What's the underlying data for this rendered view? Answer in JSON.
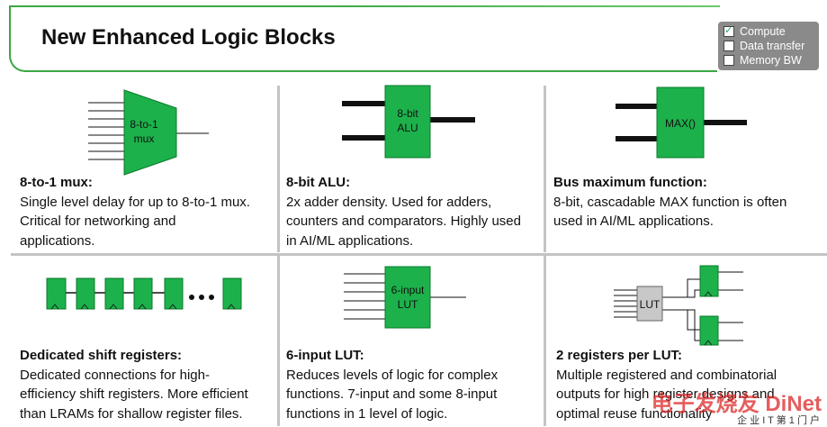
{
  "header": {
    "title": "New Enhanced Logic Blocks"
  },
  "legend": {
    "items": [
      {
        "label": "Compute",
        "checked": true
      },
      {
        "label": "Data transfer",
        "checked": false
      },
      {
        "label": "Memory BW",
        "checked": false
      }
    ]
  },
  "blocks": [
    {
      "heading": "8-to-1 mux:",
      "lines": [
        "Single level delay for up to 8-to-1 mux.",
        "Critical for networking and",
        "applications."
      ],
      "shape_label": [
        "8-to-1",
        "mux"
      ]
    },
    {
      "heading": "8-bit ALU:",
      "lines": [
        "2x adder density. Used for adders,",
        "counters and comparators. Highly used",
        "in AI/ML applications."
      ],
      "shape_label": [
        "8-bit",
        "ALU"
      ]
    },
    {
      "heading": "Bus maximum function:",
      "lines": [
        "8-bit, cascadable MAX function is often",
        "used in AI/ML applications."
      ],
      "shape_label": [
        "MAX()"
      ]
    },
    {
      "heading": "Dedicated shift registers:",
      "lines": [
        "Dedicated connections for high-",
        "efficiency shift registers. More efficient",
        "than LRAMs for shallow register files."
      ],
      "shape_label": []
    },
    {
      "heading": "6-input LUT:",
      "lines": [
        "Reduces levels of logic for complex",
        "functions. 7-input and some 8-input",
        "functions in 1 level of logic."
      ],
      "shape_label": [
        "6-input",
        "LUT"
      ]
    },
    {
      "heading": "2 registers per LUT:",
      "lines": [
        "Multiple registered and combinatorial",
        "outputs for high register designs and",
        "optimal reuse functionality"
      ],
      "shape_label": [
        "LUT"
      ]
    }
  ],
  "watermark": {
    "text": "电子发烧友 DiNet",
    "sub": "企 业 I T 第 1 门 户"
  },
  "colors": {
    "accent": "#3aa844",
    "block_fill": "#1db14b",
    "lut_fill": "#c8c8c8",
    "divider": "#c4c4c4"
  }
}
